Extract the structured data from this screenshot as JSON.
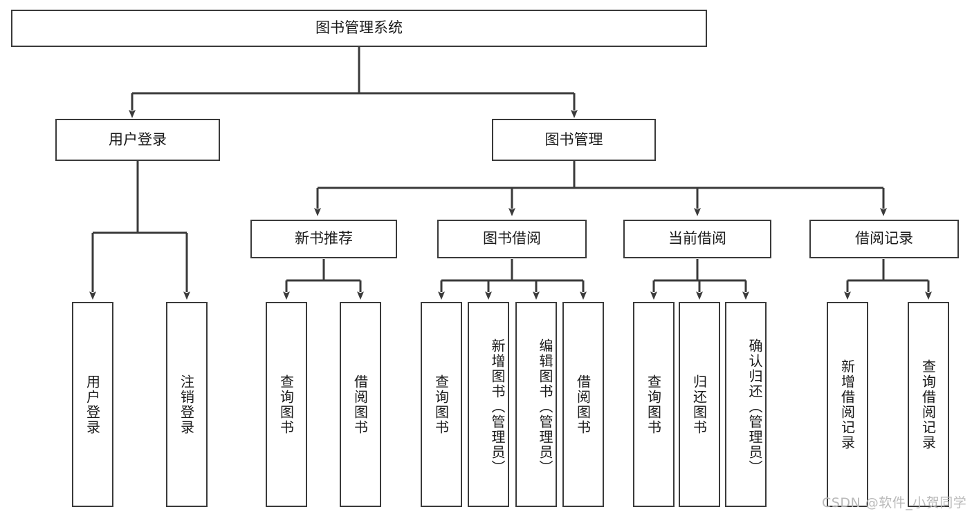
{
  "diagram": {
    "type": "tree-hierarchy",
    "title": "图书管理系统",
    "root": {
      "id": "root",
      "label": "图书管理系统",
      "orientation": "horizontal"
    },
    "level2": [
      {
        "id": "user-login",
        "label": "用户登录",
        "orientation": "horizontal"
      },
      {
        "id": "book-manage",
        "label": "图书管理",
        "orientation": "horizontal"
      }
    ],
    "level3": [
      {
        "id": "new-book-recommend",
        "label": "新书推荐",
        "orientation": "horizontal",
        "parent": "book-manage"
      },
      {
        "id": "book-borrow",
        "label": "图书借阅",
        "orientation": "horizontal",
        "parent": "book-manage"
      },
      {
        "id": "current-borrow",
        "label": "当前借阅",
        "orientation": "horizontal",
        "parent": "book-manage"
      },
      {
        "id": "borrow-record",
        "label": "借阅记录",
        "orientation": "horizontal",
        "parent": "book-manage"
      }
    ],
    "leaves": [
      {
        "id": "leaf-user-login",
        "label": "用户登录",
        "parent": "user-login",
        "orientation": "vertical"
      },
      {
        "id": "leaf-user-logout",
        "label": "注销登录",
        "parent": "user-login",
        "orientation": "vertical"
      },
      {
        "id": "leaf-query-book-1",
        "label": "查询图书",
        "parent": "new-book-recommend",
        "orientation": "vertical"
      },
      {
        "id": "leaf-borrow-book-1",
        "label": "借阅图书",
        "parent": "new-book-recommend",
        "orientation": "vertical"
      },
      {
        "id": "leaf-query-book-2",
        "label": "查询图书",
        "parent": "book-borrow",
        "orientation": "vertical"
      },
      {
        "id": "leaf-add-book",
        "label": "新增图书（管理员）",
        "parent": "book-borrow",
        "orientation": "vertical"
      },
      {
        "id": "leaf-edit-book",
        "label": "编辑图书（管理员）",
        "parent": "book-borrow",
        "orientation": "vertical"
      },
      {
        "id": "leaf-borrow-book-2",
        "label": "借阅图书",
        "parent": "book-borrow",
        "orientation": "vertical"
      },
      {
        "id": "leaf-query-book-3",
        "label": "查询图书",
        "parent": "current-borrow",
        "orientation": "vertical"
      },
      {
        "id": "leaf-return-book",
        "label": "归还图书",
        "parent": "current-borrow",
        "orientation": "vertical"
      },
      {
        "id": "leaf-confirm-return",
        "label": "确认归还（管理员）",
        "parent": "current-borrow",
        "orientation": "vertical"
      },
      {
        "id": "leaf-add-record",
        "label": "新增借阅记录",
        "parent": "borrow-record",
        "orientation": "vertical"
      },
      {
        "id": "leaf-query-record",
        "label": "查询借阅记录",
        "parent": "borrow-record",
        "orientation": "vertical"
      }
    ],
    "colors": {
      "stroke": "#3a3a3a",
      "fill": "#ffffff",
      "text": "#1a1a1a",
      "watermark": "#b9b9b9"
    }
  },
  "watermark": {
    "text": "CSDN @软件_小贺同学"
  }
}
